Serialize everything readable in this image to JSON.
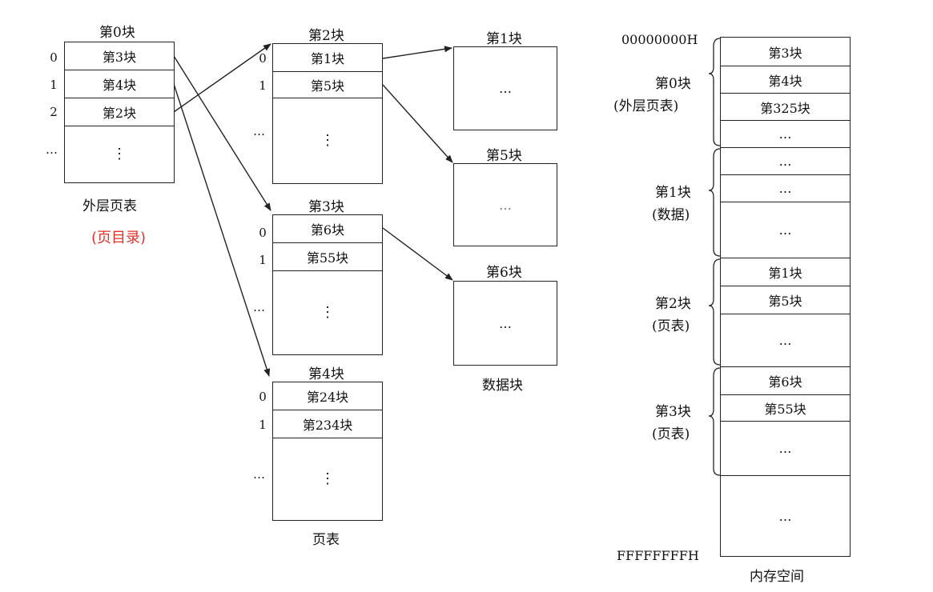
{
  "outer": {
    "title": "第0块",
    "caption": "外层页表",
    "subcaption": "(页目录)",
    "indices": [
      "0",
      "1",
      "2",
      "…"
    ],
    "cells": [
      "第3块",
      "第4块",
      "第2块",
      "⋮"
    ]
  },
  "page_tables": [
    {
      "title": "第2块",
      "indices": [
        "0",
        "1",
        "…"
      ],
      "cells": [
        "第1块",
        "第5块",
        "⋮"
      ]
    },
    {
      "title": "第3块",
      "indices": [
        "0",
        "1",
        "…"
      ],
      "cells": [
        "第6块",
        "第55块",
        "⋮"
      ]
    },
    {
      "title": "第4块",
      "indices": [
        "0",
        "1",
        "…"
      ],
      "cells": [
        "第24块",
        "第234块",
        "⋮"
      ]
    }
  ],
  "page_tables_caption": "页表",
  "data_blocks": [
    {
      "title": "第1块",
      "content": "…"
    },
    {
      "title": "第5块",
      "content": "…"
    },
    {
      "title": "第6块",
      "content": "…"
    }
  ],
  "data_blocks_caption": "数据块",
  "memory": {
    "start_addr": "00000000H",
    "end_addr": "FFFFFFFFH",
    "caption": "内存空间",
    "groups": [
      {
        "label": "第0块",
        "sublabel": "(外层页表)",
        "cells": [
          "第3块",
          "第4块",
          "第325块",
          "…"
        ]
      },
      {
        "label": "第1块",
        "sublabel": "(数据)",
        "cells": [
          "…",
          "…",
          "…"
        ]
      },
      {
        "label": "第2块",
        "sublabel": "(页表)",
        "cells": [
          "第1块",
          "第5块",
          "…"
        ]
      },
      {
        "label": "第3块",
        "sublabel": "(页表)",
        "cells": [
          "第6块",
          "第55块",
          "…"
        ]
      }
    ],
    "tail": "…"
  }
}
